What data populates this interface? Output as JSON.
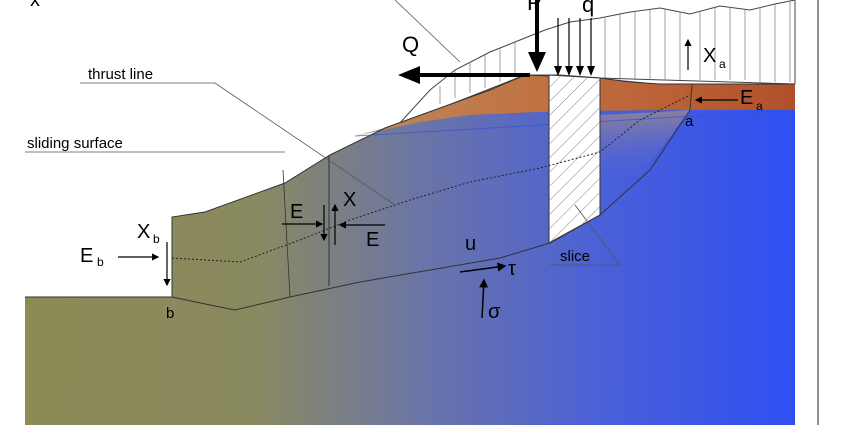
{
  "labels": {
    "thrust_line": "thrust line",
    "sliding_surface": "sliding surface",
    "slice": "slice",
    "Q": "Q",
    "q": "q",
    "P": "P",
    "X_a_main": "X",
    "X_a_sub": "a",
    "E_a_main": "E",
    "E_a_sub": "a",
    "point_a": "a",
    "point_b": "b",
    "X_b_main": "X",
    "X_b_sub": "b",
    "E_b_main": "E",
    "E_b_sub": "b",
    "X_mid": "X",
    "E_left": "E",
    "E_right": "E",
    "u": "u",
    "tau": "τ",
    "sigma": "σ",
    "corner_x": "x"
  },
  "colors": {
    "soil_brown": "#8a8a55",
    "water_blue": "#3355ee",
    "crust_red": "#b5552a",
    "crust_orange": "#d08a45",
    "line": "#222222",
    "thin_line": "#555555"
  }
}
